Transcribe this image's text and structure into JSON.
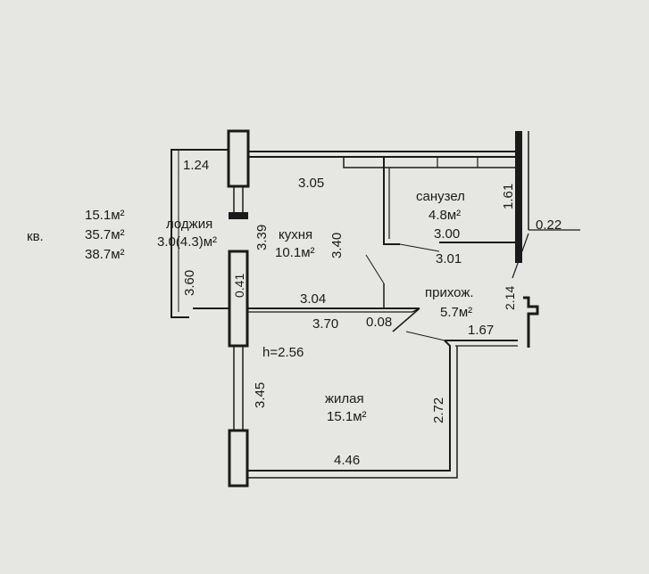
{
  "summary": {
    "prefix": "кв.",
    "lines": [
      "15.1м²",
      "35.7м²",
      "38.7м²"
    ]
  },
  "rooms": {
    "loggia": {
      "name": "лоджия",
      "area": "3.0(4.3)м²"
    },
    "kitchen": {
      "name": "кухня",
      "area": "10.1м²"
    },
    "bathroom": {
      "name": "санузел",
      "area": "4.8м²"
    },
    "hallway": {
      "name": "прихож.",
      "area": "5.7м²"
    },
    "living": {
      "name": "жилая",
      "area": "15.1м²"
    }
  },
  "ceiling_height": "h=2.56",
  "dimensions": {
    "loggia_top": "1.24",
    "loggia_side": "3.60",
    "loggia_inner": "3.39",
    "pier": "0.41",
    "kitchen_top": "3.05",
    "kitchen_side": "3.40",
    "kitchen_bottom": "3.04",
    "bath_side": "1.61",
    "bath_width": "3.00",
    "bath_bottom": "3.01",
    "wall_right": "0.22",
    "hall_diag": "2.14",
    "living_top": "3.70",
    "partition": "0.08",
    "hall_bottom": "1.67",
    "living_left": "3.45",
    "living_right": "2.72",
    "living_bottom": "4.46"
  },
  "colors": {
    "paper": "#e6e7e3",
    "ink": "#1a1a1a"
  }
}
